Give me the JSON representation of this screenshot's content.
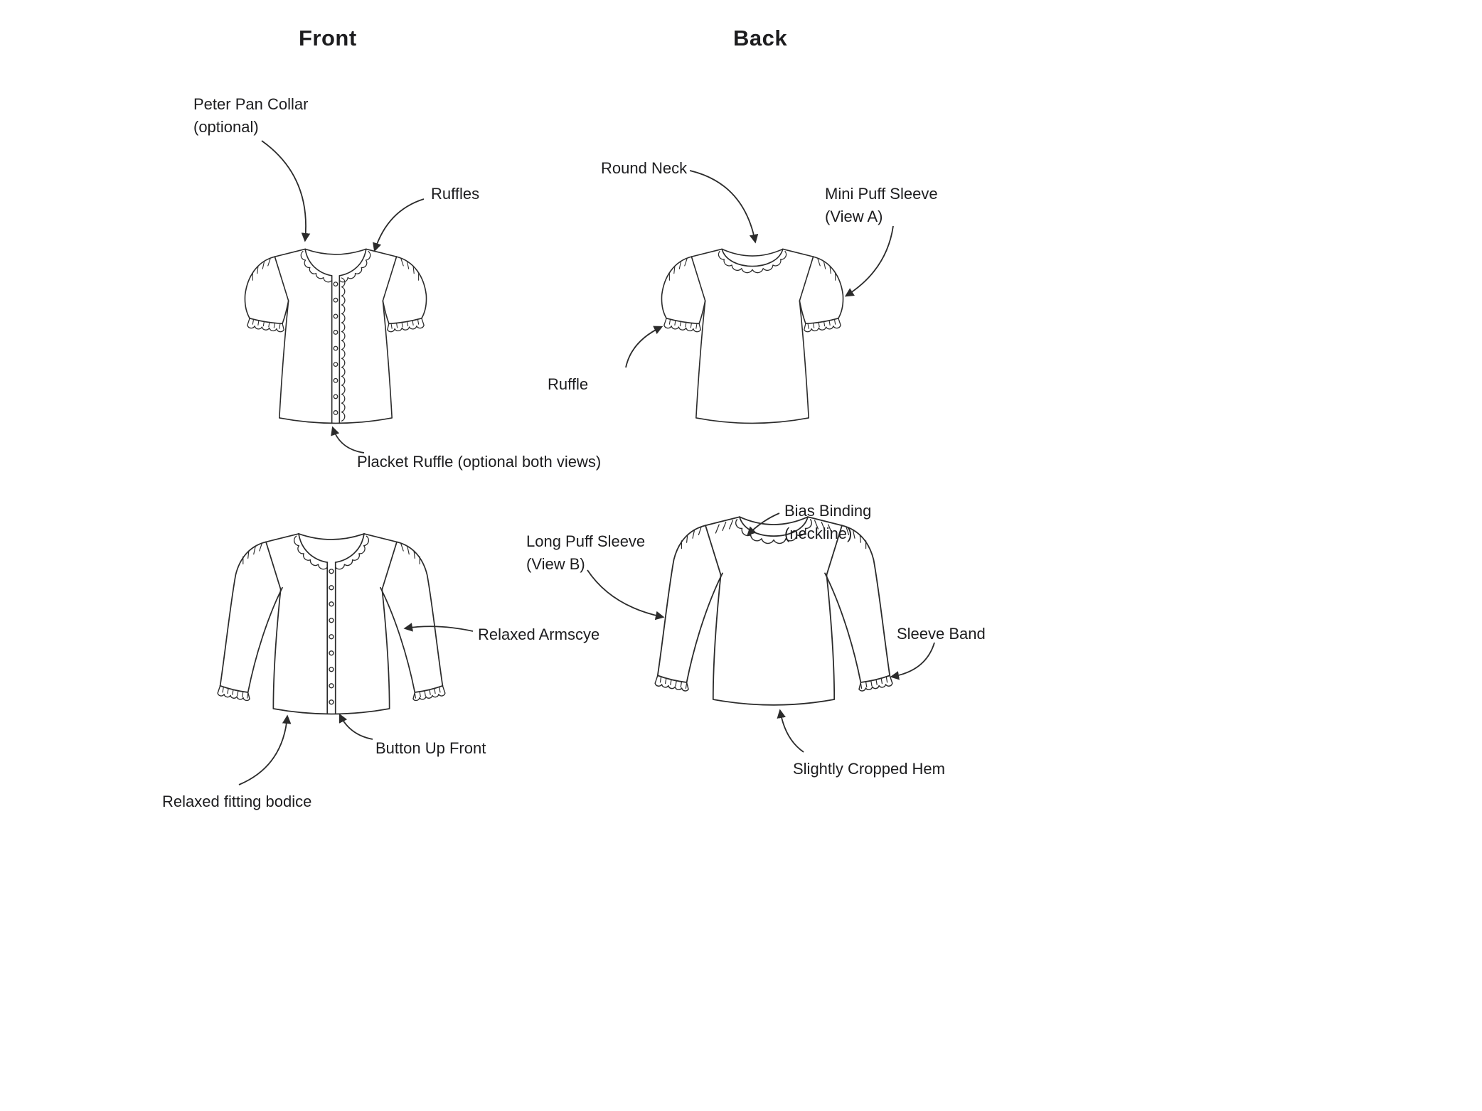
{
  "headings": {
    "front": "Front",
    "back": "Back"
  },
  "labels": {
    "peter_pan_collar": "Peter Pan Collar\n(optional)",
    "ruffles": "Ruffles",
    "placket_ruffle": "Placket Ruffle (optional both views)",
    "round_neck": "Round Neck",
    "mini_puff_sleeve": "Mini Puff Sleeve\n(View A)",
    "ruffle": "Ruffle",
    "relaxed_armscye": "Relaxed Armscye",
    "button_up_front": "Button Up Front",
    "relaxed_fitting_bodice": "Relaxed fitting bodice",
    "long_puff_sleeve": "Long Puff Sleeve\n(View B)",
    "bias_binding": "Bias Binding\n(neckline)",
    "sleeve_band": "Sleeve Band",
    "slightly_cropped_hem": "Slightly Cropped Hem"
  },
  "colors": {
    "line": "#2b2b2b",
    "text": "#1d1d1f",
    "background": "#ffffff"
  }
}
